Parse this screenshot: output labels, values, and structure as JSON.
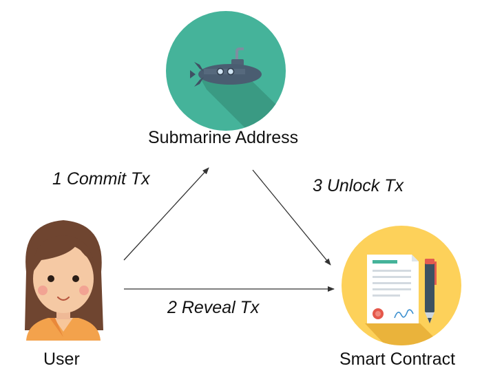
{
  "nodes": {
    "submarine": {
      "label": "Submarine Address",
      "icon": "submarine-icon",
      "bg_color": "#45b39a"
    },
    "user": {
      "label": "User",
      "icon": "user-avatar-icon"
    },
    "contract": {
      "label": "Smart Contract",
      "icon": "contract-document-icon",
      "bg_color": "#fdd15a"
    }
  },
  "edges": {
    "commit": {
      "label": "1 Commit Tx"
    },
    "reveal": {
      "label": "2 Reveal Tx"
    },
    "unlock": {
      "label": "3 Unlock Tx"
    }
  }
}
